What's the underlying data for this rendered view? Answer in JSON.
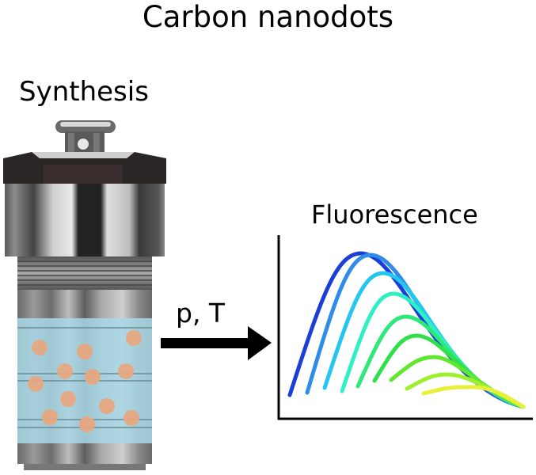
{
  "title": "Carbon nanodots",
  "left_panel": {
    "label": "Synthesis",
    "vessel": "autoclave-reactor",
    "particle_color": "#e9a77f",
    "solution_color": "#a8d8e6"
  },
  "arrow": {
    "label": "p, T",
    "icon": "right-arrow-icon"
  },
  "right_panel": {
    "label": "Fluorescence",
    "curve_colors": [
      "#1a3fd6",
      "#2f8ce8",
      "#22c6f0",
      "#2ff0c4",
      "#2ee87a",
      "#30e04a",
      "#5fe82e",
      "#9ef02e",
      "#e8f03a"
    ]
  }
}
